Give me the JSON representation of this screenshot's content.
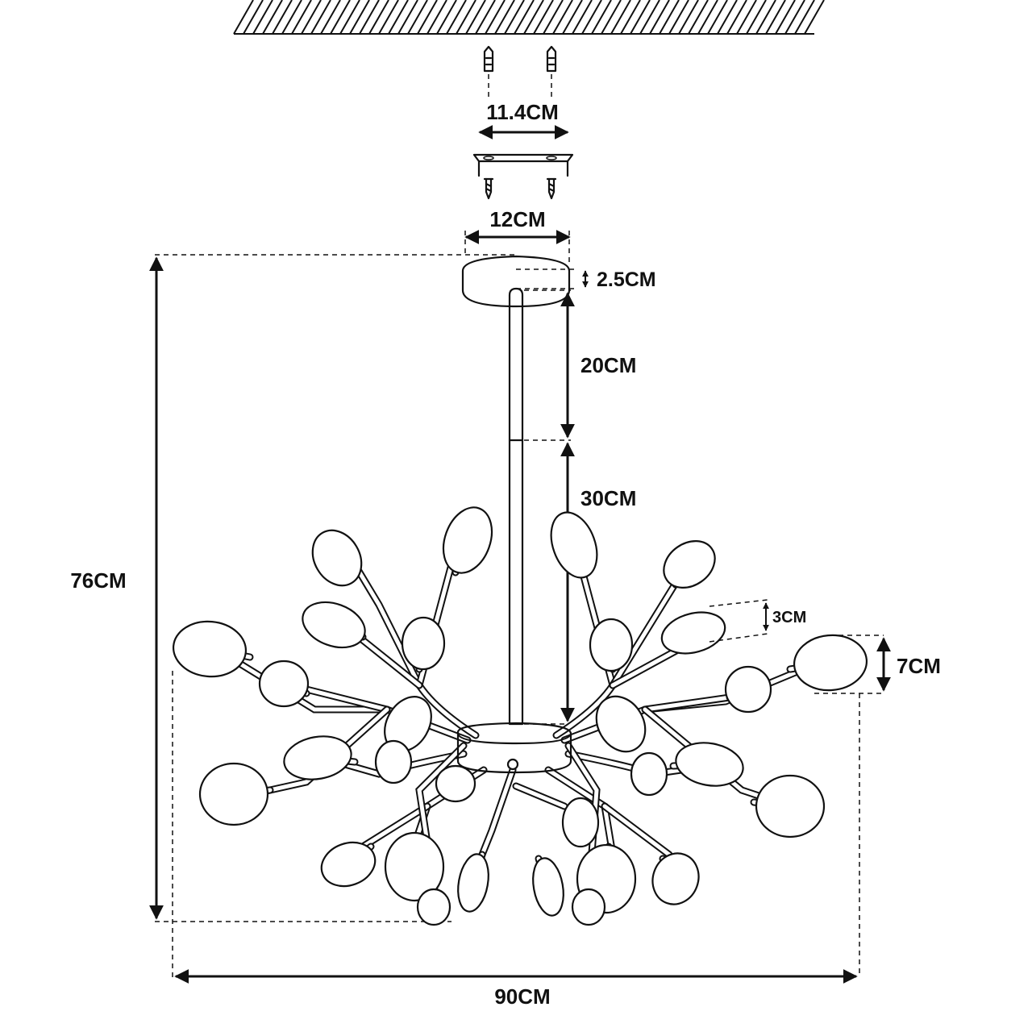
{
  "dimensions": {
    "anchor_spacing": "11.4CM",
    "mount_width": "12CM",
    "canopy_height": "2.5CM",
    "rod_upper": "20CM",
    "rod_lower": "30CM",
    "total_height": "76CM",
    "bulb_width": "3CM",
    "bulb_height": "7CM",
    "total_width": "90CM"
  },
  "icons": {
    "ceiling": "ceiling-hatch-icon",
    "anchor": "wall-anchor-icon",
    "screw": "screw-icon",
    "bracket": "mounting-bracket-icon",
    "bulb": "bulb-icon"
  }
}
